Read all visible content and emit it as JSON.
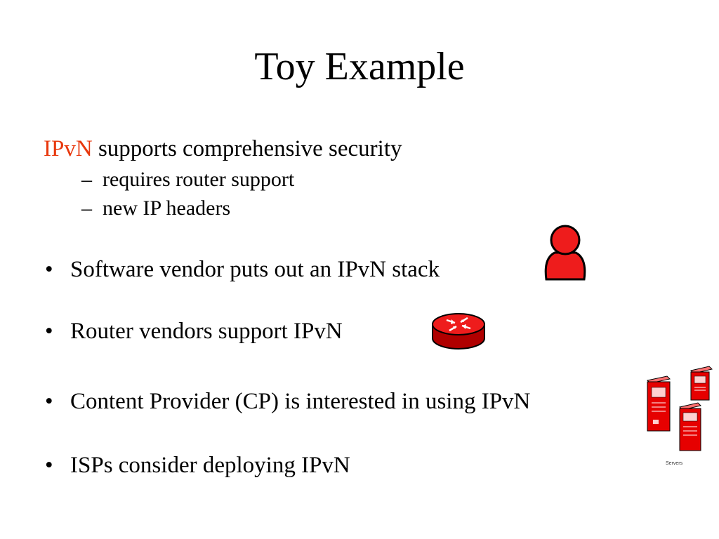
{
  "slide": {
    "title": "Toy Example",
    "intro": {
      "accent": "IPvN",
      "rest": " supports comprehensive security"
    },
    "sub_items": [
      "requires router support",
      "new IP headers"
    ],
    "dash": "–",
    "bullet_symbol": "•",
    "bullets": [
      "Software vendor puts out an IPvN stack",
      "Router vendors support IPvN",
      "Content Provider (CP) is interested in using IPvN",
      "ISPs consider deploying IPvN"
    ],
    "servers_caption": "Servers"
  },
  "colors": {
    "accent": "#e8380d",
    "icon_red": "#ee1c1c",
    "icon_dark": "#8b0000"
  },
  "icons": [
    "person-icon",
    "router-icon",
    "servers-icon"
  ]
}
